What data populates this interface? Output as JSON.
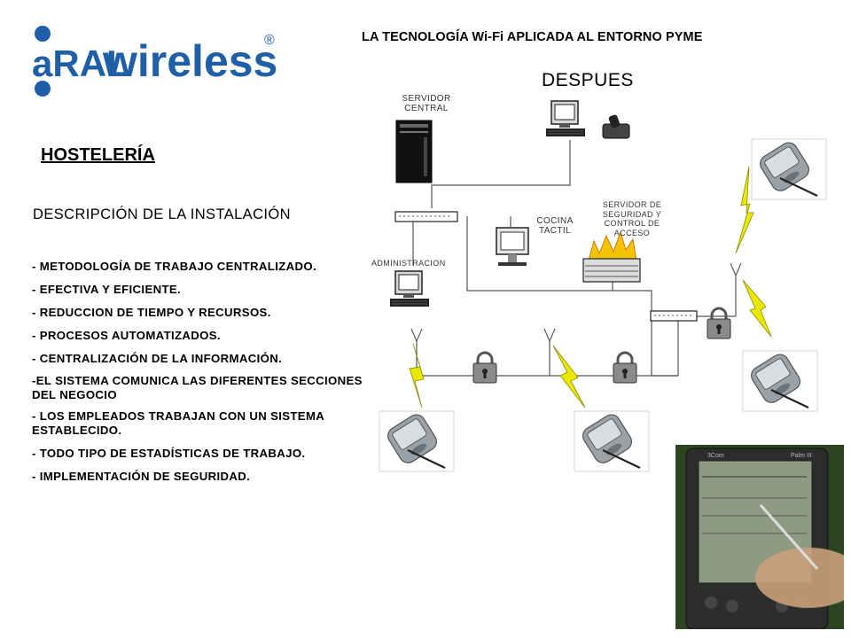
{
  "logo": {
    "prefix": "aRAL",
    "brand": "wireless",
    "mark": "®"
  },
  "header": {
    "title": "LA TECNOLOGÍA Wi-Fi APLICADA AL ENTORNO PYME"
  },
  "diagram_title": "DESPUES",
  "section_title": "HOSTELERÍA",
  "description_heading": "DESCRIPCIÓN DE LA INSTALACIÓN",
  "bullets": [
    "- METODOLOGÍA DE TRABAJO CENTRALIZADO.",
    "- EFECTIVA Y EFICIENTE.",
    "- REDUCCION DE TIEMPO Y RECURSOS.",
    "- PROCESOS AUTOMATIZADOS.",
    "- CENTRALIZACIÓN DE LA INFORMACIÓN.",
    "-EL SISTEMA COMUNICA LAS DIFERENTES SECCIONES DEL NEGOCIO",
    "- LOS EMPLEADOS TRABAJAN CON UN SISTEMA ESTABLECIDO.",
    "- TODO TIPO DE ESTADÍSTICAS DE TRABAJO.",
    "- IMPLEMENTACIÓN DE SEGURIDAD."
  ],
  "diagram": {
    "labels": {
      "server": "SERVIDOR CENTRAL",
      "kitchen": "COCINA TACTIL",
      "security": "SERVIDOR DE SEGURIDAD Y CONTROL DE ACCESO",
      "admin": "ADMINISTRACION"
    }
  },
  "photo": {
    "brand": "3Com",
    "model": "Palm III"
  },
  "colors": {
    "logo_blue": "#1f5fa8",
    "logo_grey": "#7f8c99",
    "bolt": "#e8e800",
    "fire": "#f4c400"
  }
}
